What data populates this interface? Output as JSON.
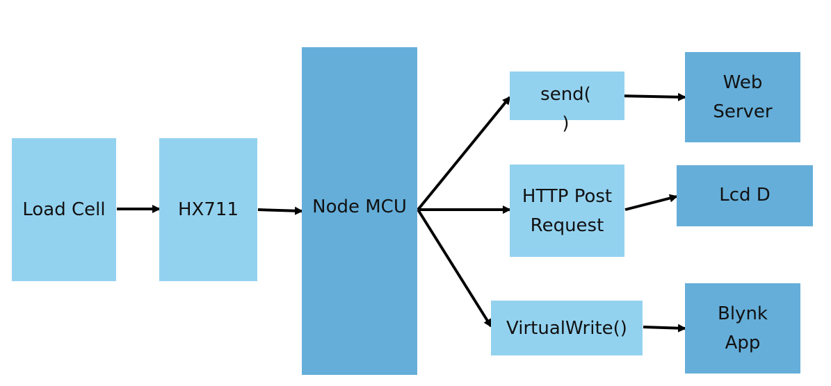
{
  "header": {
    "title_fragment": "…g…y…"
  },
  "colors": {
    "box_light": "#93d2ef",
    "box_dark": "#65aed9",
    "arrow": "#000000",
    "title": "#3d8ef0"
  },
  "nodes": {
    "load_cell": "Load Cell",
    "hx711": "HX711",
    "node_mcu": "Node MCU",
    "send": "send(\n)",
    "http_post": "HTTP Post\nRequest",
    "virtual_write": "VirtualWrite()",
    "web_server": "Web\nServer",
    "lcd": "Lcd D",
    "blynk_app": "Blynk\nApp"
  }
}
